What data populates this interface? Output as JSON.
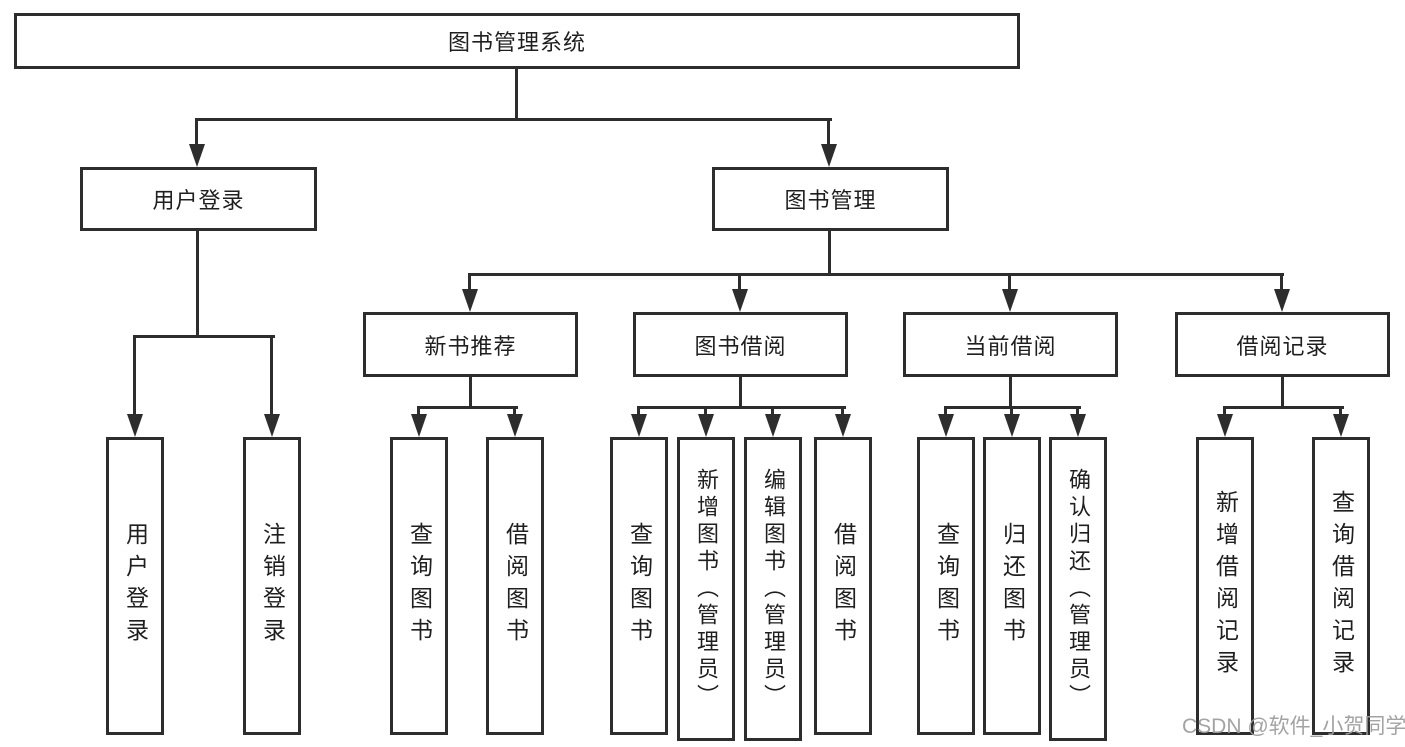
{
  "diagram": {
    "tree": {
      "root": {
        "label": "图书管理系统"
      },
      "children": [
        {
          "label": "用户登录",
          "children": [
            {
              "label": "用户登录"
            },
            {
              "label": "注销登录"
            }
          ]
        },
        {
          "label": "图书管理",
          "children": [
            {
              "label": "新书推荐",
              "children": [
                {
                  "label": "查询图书"
                },
                {
                  "label": "借阅图书"
                }
              ]
            },
            {
              "label": "图书借阅",
              "children": [
                {
                  "label": "查询图书"
                },
                {
                  "label": "新增图书（管理员）"
                },
                {
                  "label": "编辑图书（管理员）"
                },
                {
                  "label": "借阅图书"
                }
              ]
            },
            {
              "label": "当前借阅",
              "children": [
                {
                  "label": "查询图书"
                },
                {
                  "label": "归还图书"
                },
                {
                  "label": "确认归还（管理员）"
                }
              ]
            },
            {
              "label": "借阅记录",
              "children": [
                {
                  "label": "新增借阅记录"
                },
                {
                  "label": "查询借阅记录"
                }
              ]
            }
          ]
        }
      ]
    },
    "colors": {
      "background": "#ffffff",
      "box_border": "#2d2d2d",
      "line": "#2d2d2d",
      "text": "#1f1f1f",
      "watermark": "#9e9e9e"
    }
  },
  "watermark": {
    "text": "CSDN @软件_小贺同学"
  }
}
